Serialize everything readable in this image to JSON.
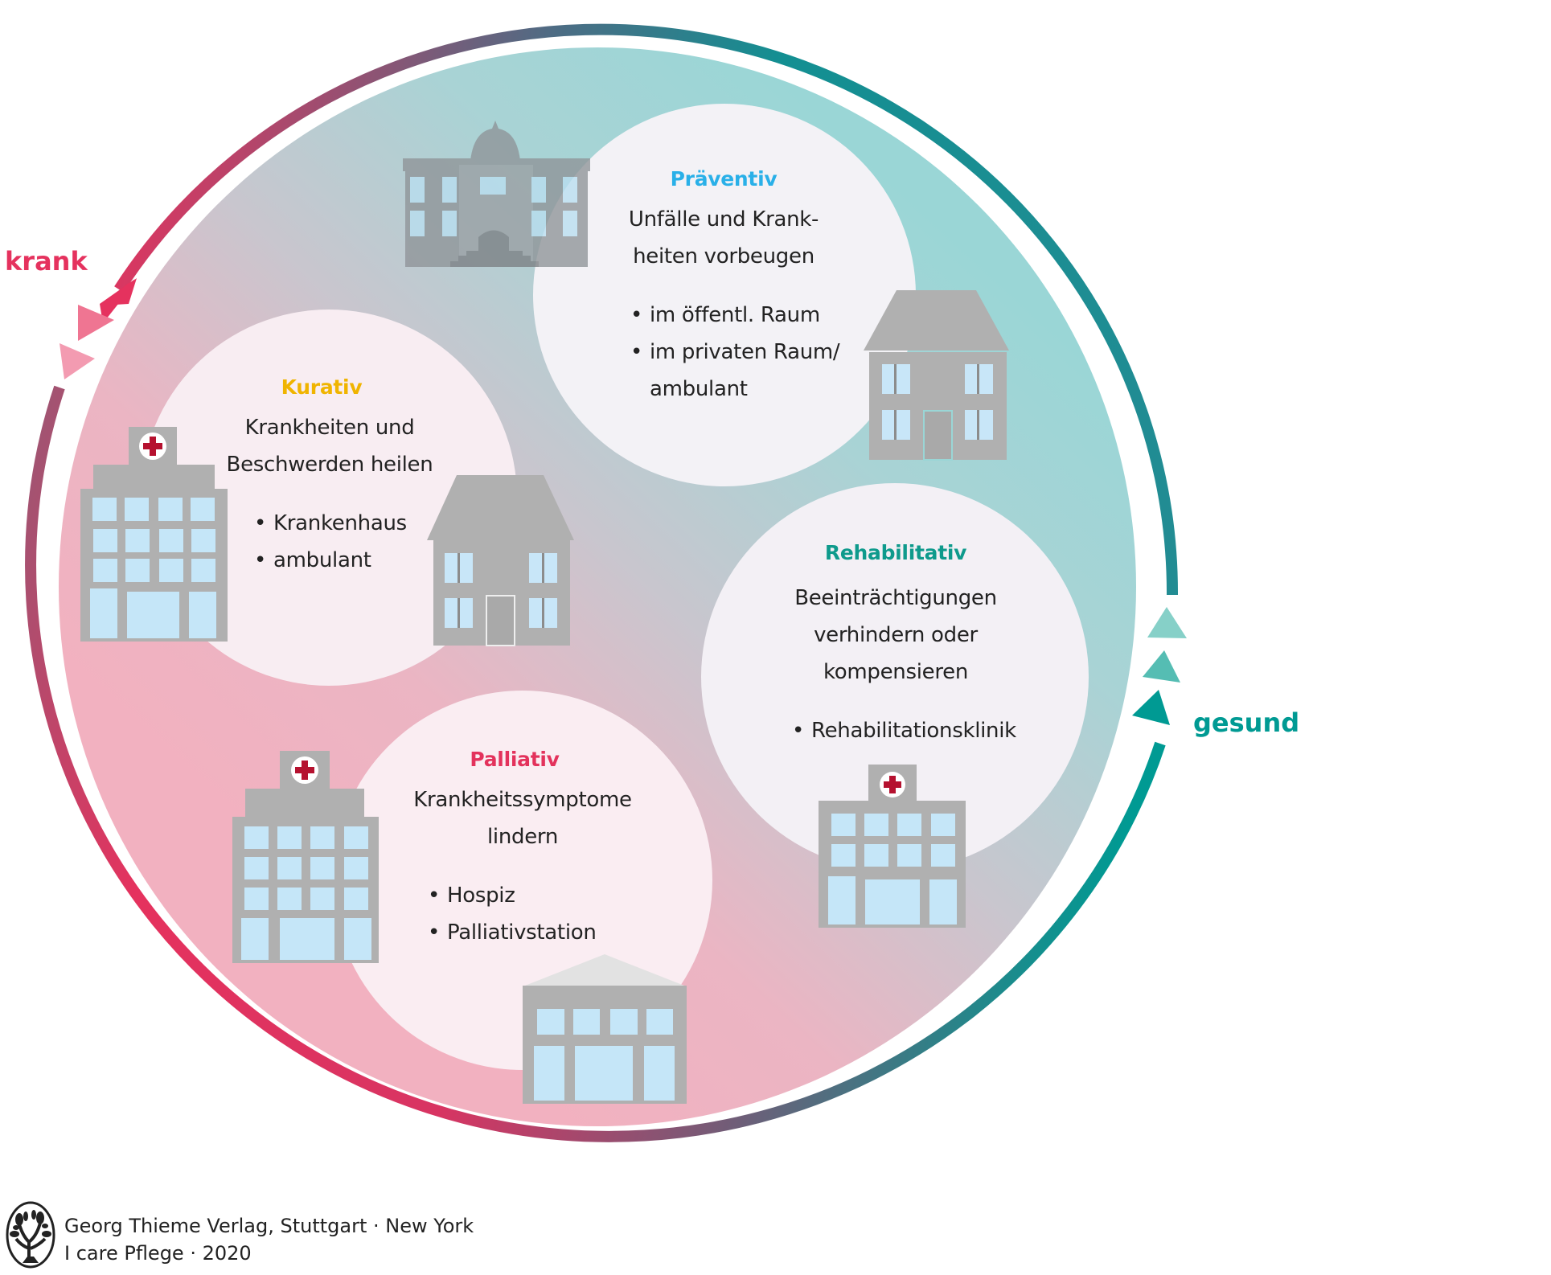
{
  "labels": {
    "sick": "krank",
    "healthy": "gesund"
  },
  "colors": {
    "sick": "#e5325e",
    "healthy": "#009a93",
    "fill_teal": "#9ad6d6",
    "fill_pink": "#f2b1c0",
    "circle_fill": "#f4f1f5",
    "building_gray": "#b0b0b0",
    "window_blue": "#c5e6f8",
    "cross_red": "#b5112f"
  },
  "sections": [
    {
      "id": "praeventiv",
      "title": "Präventiv",
      "title_color": "#29b0e8",
      "description": [
        "Unfälle und Krank-",
        "heiten vorbeugen"
      ],
      "bullets": [
        "im öffentl. Raum",
        "im privaten Raum/",
        "ambulant"
      ]
    },
    {
      "id": "kurativ",
      "title": "Kurativ",
      "title_color": "#f0b400",
      "description": [
        "Krankheiten und",
        "Beschwerden heilen"
      ],
      "bullets": [
        "Krankenhaus",
        "ambulant"
      ]
    },
    {
      "id": "rehabilitativ",
      "title": "Rehabilitativ",
      "title_color": "#0e9a8c",
      "description": [
        "Beeinträchtigungen",
        "verhindern oder",
        "kompensieren"
      ],
      "bullets": [
        "Rehabilitationsklinik"
      ]
    },
    {
      "id": "palliativ",
      "title": "Palliativ",
      "title_color": "#e3325c",
      "description": [
        "Krankheitssymptome",
        "lindern"
      ],
      "bullets": [
        "Hospiz",
        "Palliativstation"
      ]
    }
  ],
  "buildings": [
    {
      "type": "museum",
      "icon": "public-building-icon"
    },
    {
      "type": "house",
      "icon": "house-icon"
    },
    {
      "type": "hospital",
      "icon": "hospital-icon"
    },
    {
      "type": "house",
      "icon": "house-icon"
    },
    {
      "type": "hospital",
      "icon": "hospital-icon"
    },
    {
      "type": "hospital",
      "icon": "hospital-icon"
    },
    {
      "type": "hospice",
      "icon": "hospice-building-icon"
    }
  ],
  "footer": {
    "line1": "Georg Thieme Verlag, Stuttgart · New York",
    "line2": "I care Pflege · 2020",
    "logo_icon": "tree-logo-icon"
  }
}
